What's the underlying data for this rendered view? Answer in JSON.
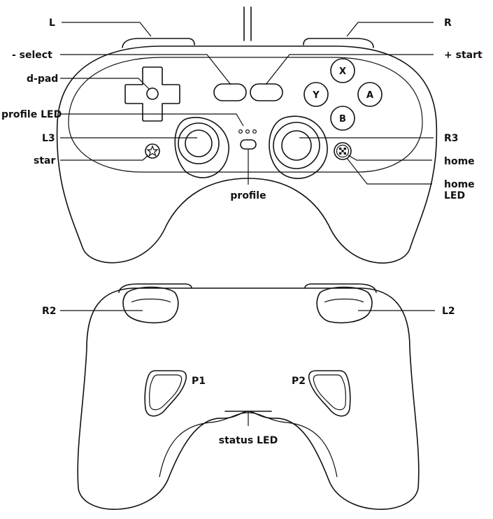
{
  "labels": {
    "L": "L",
    "R": "R",
    "select": "- select",
    "start": "+ start",
    "dpad": "d-pad",
    "profile_led": "profile LED",
    "l3": "L3",
    "r3": "R3",
    "star": "star",
    "home": "home",
    "home_led_1": "home",
    "home_led_2": "LED",
    "profile": "profile",
    "r2": "R2",
    "l2": "L2",
    "p1": "P1",
    "p2": "P2",
    "status_led": "status LED"
  },
  "face_buttons": {
    "x": "X",
    "y": "Y",
    "a": "A",
    "b": "B"
  }
}
